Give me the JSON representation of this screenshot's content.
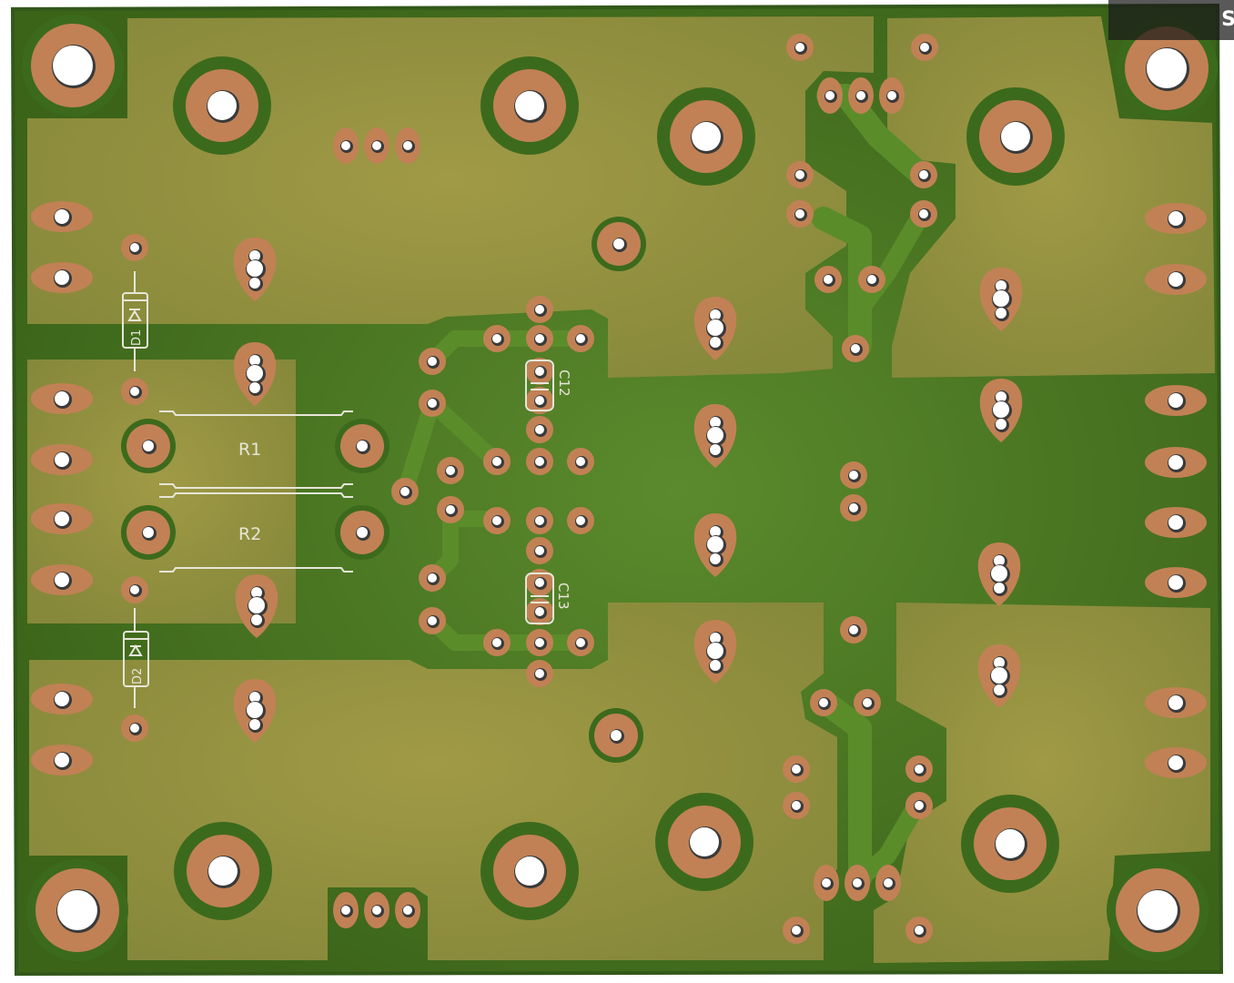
{
  "viewer": {
    "corner_button_label": "S"
  },
  "colors": {
    "board_mask": "#3f6b1e",
    "copper_pour": "#93913c",
    "pad_copper": "#c18155",
    "silkscreen": "#e6e6d8",
    "background": "#ffffff"
  },
  "components": {
    "d1": "D1",
    "d2": "D2",
    "r1": "R1",
    "r2": "R2",
    "c12": "C12",
    "c13": "C13"
  }
}
